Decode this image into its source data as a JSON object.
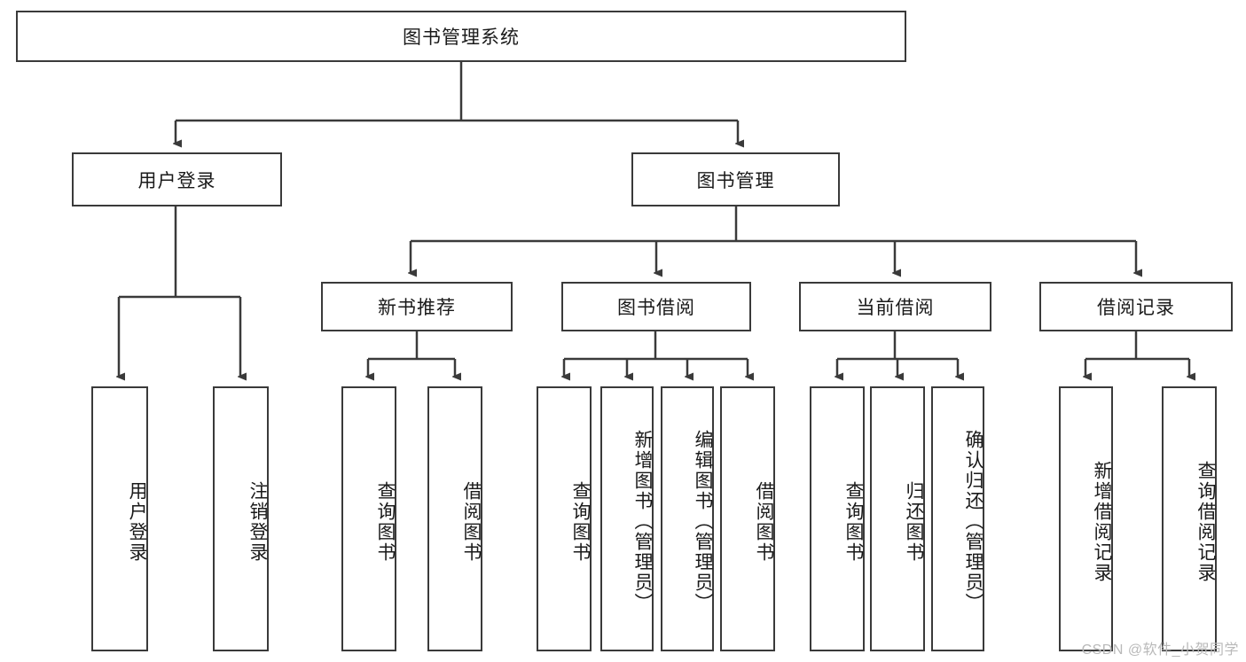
{
  "diagram": {
    "type": "tree-hierarchy",
    "title": "图书管理系统",
    "background_color": "#ffffff",
    "line_color": "#3a3a3a",
    "box_border_color": "#3a3a3a",
    "text_color": "#1a1a1a",
    "levels": {
      "root": {
        "label": "图书管理系统"
      },
      "level1": [
        {
          "label": "用户登录"
        },
        {
          "label": "图书管理"
        }
      ],
      "level2": [
        {
          "label": "新书推荐"
        },
        {
          "label": "图书借阅"
        },
        {
          "label": "当前借阅"
        },
        {
          "label": "借阅记录"
        }
      ],
      "leaves": {
        "user_login": [
          {
            "label": "用户登录"
          },
          {
            "label": "注销登录"
          }
        ],
        "new_book_recommend": [
          {
            "label": "查询图书"
          },
          {
            "label": "借阅图书"
          }
        ],
        "book_borrow": [
          {
            "label": "查询图书"
          },
          {
            "label": "新增图书（管理员）"
          },
          {
            "label": "编辑图书（管理员）"
          },
          {
            "label": "借阅图书"
          }
        ],
        "current_borrow": [
          {
            "label": "查询图书"
          },
          {
            "label": "归还图书"
          },
          {
            "label": "确认归还（管理员）"
          }
        ],
        "borrow_record": [
          {
            "label": "新增借阅记录"
          },
          {
            "label": "查询借阅记录"
          }
        ]
      }
    }
  },
  "watermark": {
    "text": "CSDN @软件_小贺同学"
  }
}
